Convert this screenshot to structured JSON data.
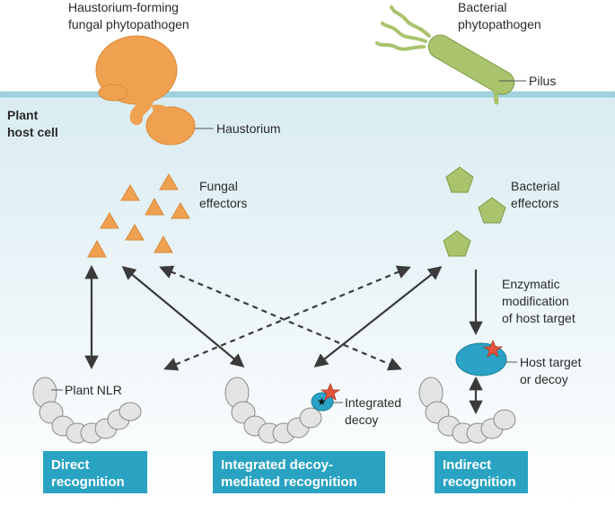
{
  "labels": {
    "fungus": [
      "Haustorium-forming",
      "fungal phytopathogen"
    ],
    "bacterium": [
      "Bacterial",
      "phytopathogen"
    ],
    "pilus": "Pilus",
    "host_cell": [
      "Plant",
      "host cell"
    ],
    "haustorium": "Haustorium",
    "fungal_effectors": [
      "Fungal",
      "effectors"
    ],
    "bacterial_effectors": [
      "Bacterial",
      "effectors"
    ],
    "enzymatic": [
      "Enzymatic",
      "modification",
      "of host target"
    ],
    "host_target": [
      "Host target",
      "or decoy"
    ],
    "plant_nlr": "Plant NLR",
    "integrated_decoy": [
      "Integrated",
      "decoy"
    ]
  },
  "boxes": {
    "direct": [
      "Direct",
      "recognition"
    ],
    "integrated": [
      "Integrated decoy-",
      "mediated recognition"
    ],
    "indirect": [
      "Indirect",
      "recognition"
    ]
  },
  "colors": {
    "fungus": "#f0a150",
    "fungus_stroke": "#d98a3a",
    "bacterium": "#a9c46d",
    "bacterium_stroke": "#7e9a45",
    "membrane": "#9fd3df",
    "cell_top": "#dcedf3",
    "cell_bottom": "#ffffff",
    "nlr": "#e4e4e4",
    "nlr_stroke": "#8a8a8a",
    "decoy": "#2aa3c6",
    "star": "#e2553b",
    "box": "#2aa3c2",
    "arrow": "#3a3a3a"
  }
}
